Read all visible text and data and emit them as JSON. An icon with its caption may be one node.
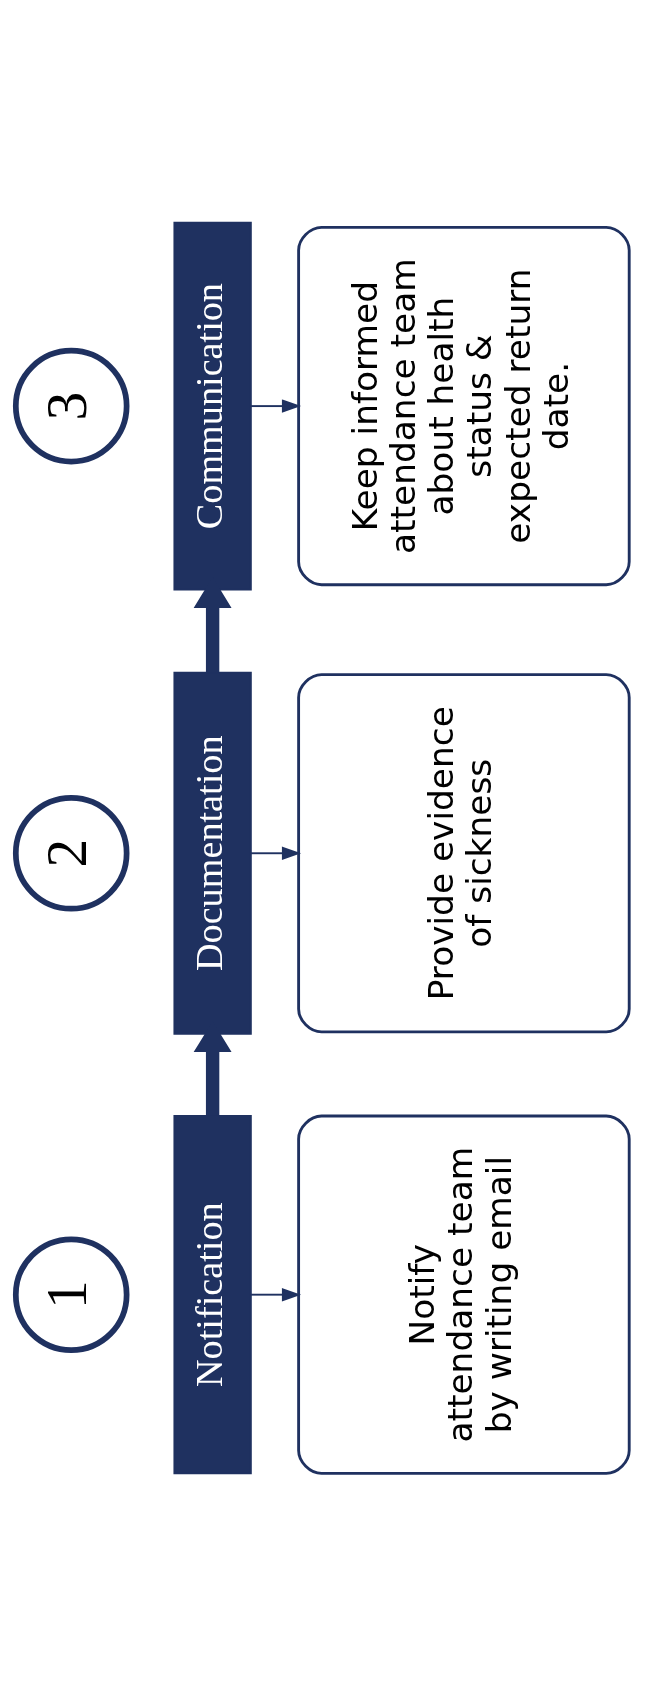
{
  "diagram": {
    "nodes": [
      {
        "text": [
          "1"
        ]
      },
      {
        "text": [
          "Notification"
        ]
      },
      {
        "text": [
          "Notify attendance team by writing email"
        ]
      },
      {
        "text": [
          "2"
        ]
      },
      {
        "text": [
          "Documentation"
        ]
      },
      {
        "text": [
          "Provide evidence of sickness"
        ]
      },
      {
        "text": [
          "3"
        ]
      },
      {
        "text": [
          "Communication"
        ]
      },
      {
        "text": [
          "Keep informed attendance team about health status & expected return date."
        ]
      }
    ],
    "edges": [
      {
        "from": 1,
        "to": 2,
        "arrow": "to"
      },
      {
        "from": 1,
        "to": 4,
        "arrow": "to",
        "style": "thick"
      },
      {
        "from": 4,
        "to": 5,
        "arrow": "to"
      },
      {
        "from": 4,
        "to": 7,
        "arrow": "to",
        "style": "thick"
      },
      {
        "from": 7,
        "to": 8,
        "arrow": "to"
      }
    ]
  }
}
